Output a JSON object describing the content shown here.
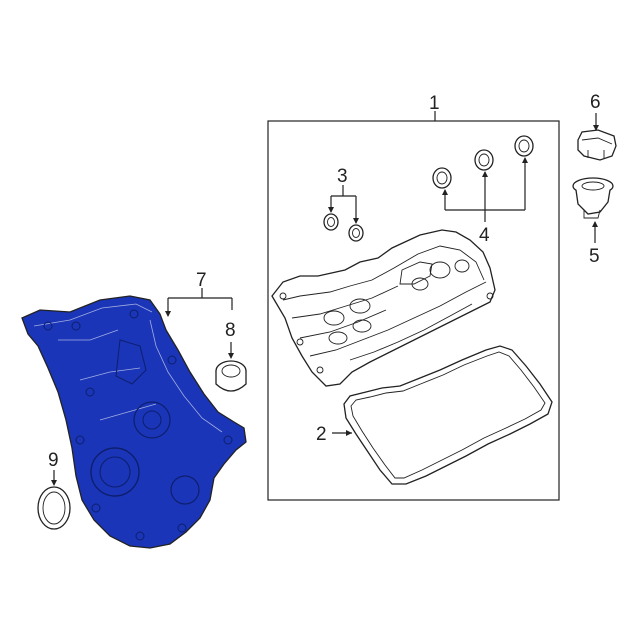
{
  "colors": {
    "highlight": "#1a35b8",
    "line": "#222222",
    "background": "#ffffff"
  },
  "callouts": {
    "c1": "1",
    "c2": "2",
    "c3": "3",
    "c4": "4",
    "c5": "5",
    "c6": "6",
    "c7": "7",
    "c8": "8",
    "c9": "9"
  }
}
